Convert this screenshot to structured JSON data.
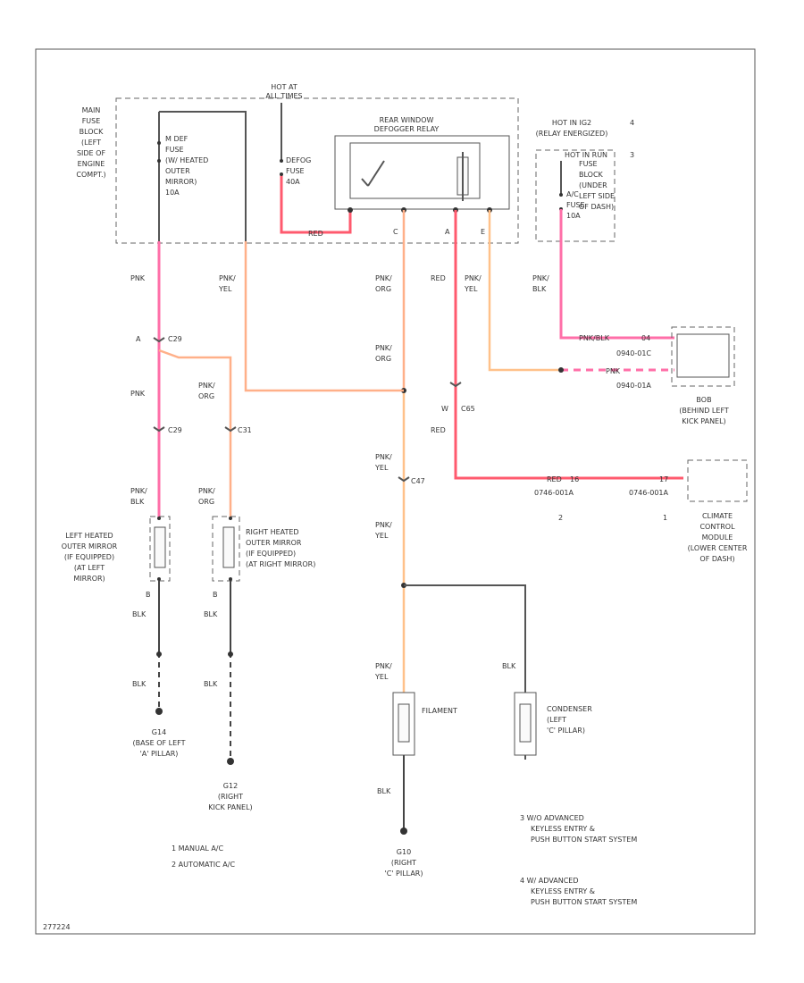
{
  "diagram": {
    "main_fuse_block_label": [
      "MAIN",
      "FUSE",
      "BLOCK",
      "(LEFT",
      "SIDE OF",
      "ENGINE",
      "COMPT.)"
    ],
    "hot_at_all_times": [
      "HOT AT",
      "ALL TIMES"
    ],
    "mirror_fuse": [
      "M DEF",
      "FUSE",
      "(W/ HEATED",
      "OUTER",
      "MIRROR)",
      "10A"
    ],
    "defog_fuse": [
      "DEFOG",
      "FUSE",
      "40A"
    ],
    "relay_title": [
      "REAR WINDOW",
      "DEFOGGER RELAY"
    ],
    "relay_pins": {
      "c": "C",
      "a": "A",
      "e": "E"
    },
    "hot_in_ig2": [
      "HOT IN IG2",
      "(RELAY ENERGIZED)"
    ],
    "note_4": "4",
    "note_3": "3",
    "hot_label_small": "HOT IN RUN",
    "fuse_block_dash": [
      "FUSE",
      "BLOCK",
      "(UNDER",
      "LEFT SIDE",
      "OF DASH)"
    ],
    "ac_fuse": [
      "A/C",
      "FUSE",
      "10A"
    ],
    "wire_pnk": "PNK",
    "wire_pnk_yel": [
      "PNK/",
      "YEL"
    ],
    "wire_pnk_org": [
      "PNK/",
      "ORG"
    ],
    "wire_red": "RED",
    "wire_pnk_blk": [
      "PNK/",
      "BLK"
    ],
    "wire_blk": "BLK",
    "wire_red_label": "RED",
    "conn_c29_a": "A",
    "conn_c29": "C29",
    "conn_c29_b": "C29",
    "conn_c31": "C31",
    "conn_c65_w": "W",
    "conn_c65": "C65",
    "conn_c47": "C47",
    "pnkblk_right": "PNK/BLK",
    "pin_04": "04",
    "pin_c3a": "0940-01C",
    "pin_c3b": "0940-01A",
    "pnk_right": "PNK",
    "bob_label": [
      "BOB",
      "(BEHIND LEFT",
      "KICK PANEL)"
    ],
    "red_pin": "RED",
    "pin_16": "16",
    "pin_17": "17",
    "pin_left_num": "0746-001A",
    "pin_right_num": "0746-001A",
    "num_2": "2",
    "num_1": "1",
    "climate_label": [
      "CLIMATE",
      "CONTROL",
      "MODULE",
      "(LOWER CENTER",
      "OF DASH)"
    ],
    "left_mirror_label": [
      "LEFT HEATED",
      "OUTER MIRROR",
      "(IF EQUIPPED)",
      "(AT LEFT",
      "MIRROR)"
    ],
    "right_mirror_label": [
      "RIGHT HEATED",
      "OUTER MIRROR",
      "(IF EQUIPPED)",
      "(AT RIGHT MIRROR)"
    ],
    "pin_b_left": "B",
    "pin_b_right": "B",
    "g14_label": [
      "G14",
      "(BASE OF LEFT",
      "'A' PILLAR)"
    ],
    "g12_label": [
      "G12",
      "(RIGHT",
      "KICK PANEL)"
    ],
    "g10_label": [
      "G10",
      "(RIGHT",
      "'C' PILLAR)"
    ],
    "filament": "FILAMENT",
    "condenser_label": [
      "CONDENSER",
      "(LEFT",
      "'C' PILLAR)"
    ],
    "legend_1": "1  MANUAL A/C",
    "legend_2": "2  AUTOMATIC A/C",
    "legend_3": [
      "3  W/O ADVANCED",
      "KEYLESS ENTRY &",
      "PUSH BUTTON START SYSTEM"
    ],
    "legend_4": [
      "4  W/ ADVANCED",
      "KEYLESS ENTRY &",
      "PUSH BUTTON START SYSTEM"
    ],
    "diagram_id": "277224"
  }
}
